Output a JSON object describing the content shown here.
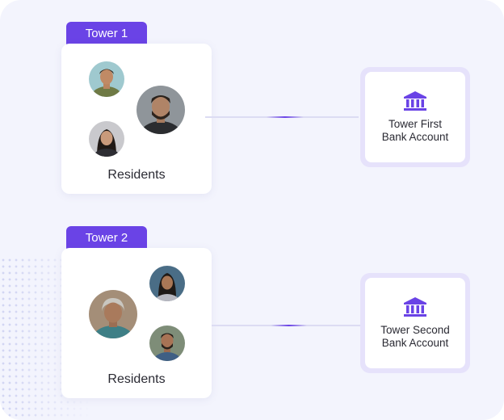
{
  "towers": [
    {
      "tab": "Tower 1",
      "card_label": "Residents",
      "bank_line1": "Tower First",
      "bank_line2": "Bank Account"
    },
    {
      "tab": "Tower 2",
      "card_label": "Residents",
      "bank_line1": "Tower Second",
      "bank_line2": "Bank Account"
    }
  ],
  "colors": {
    "accent": "#6a43e6",
    "background": "#f3f4fd",
    "card": "#ffffff",
    "bank_frame": "#e6e2fb"
  },
  "icons": {
    "bank": "bank-icon",
    "avatar": "resident-avatar"
  }
}
